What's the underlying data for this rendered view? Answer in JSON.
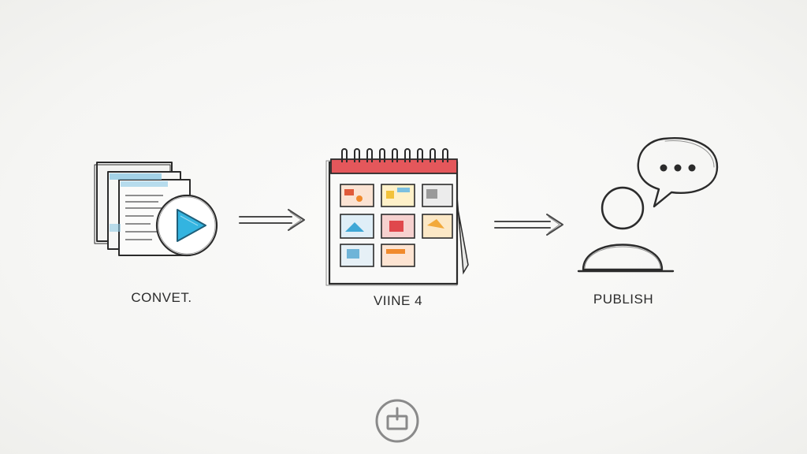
{
  "steps": [
    {
      "label": "CONVET.",
      "icon": "document-play-icon"
    },
    {
      "label": "VIINE 4",
      "icon": "calendar-grid-icon"
    },
    {
      "label": "PUBLISH",
      "icon": "person-speech-icon"
    }
  ],
  "arrows": [
    "arrow-right-icon",
    "arrow-right-icon"
  ],
  "footer": {
    "icon": "share-box-icon"
  },
  "colors": {
    "ink": "#2b2b2b",
    "play_blue": "#2aa7d6",
    "calendar_red": "#e0474c",
    "accent_orange": "#f08a2c",
    "accent_yellow": "#f2c23a"
  }
}
